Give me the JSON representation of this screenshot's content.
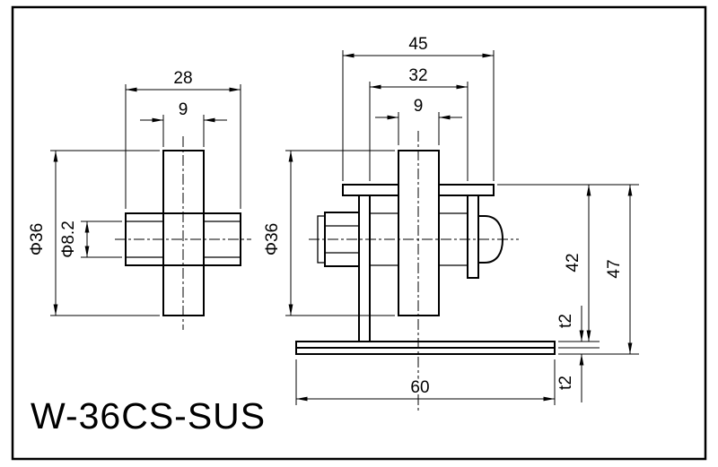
{
  "drawing": {
    "part_number": "W-36CS-SUS",
    "left_view": {
      "dims": {
        "hub_width": "28",
        "wheel_width": "9",
        "wheel_dia": "Φ36",
        "bore_dia": "Φ8.2"
      }
    },
    "right_view": {
      "dims": {
        "bracket_outer_width": "45",
        "bracket_inner_width": "32",
        "wheel_width": "9",
        "wheel_dia": "Φ36",
        "bracket_height": "42",
        "total_height": "47",
        "upper_plate_thickness": "t2",
        "lower_plate_thickness": "t2",
        "base_width": "60"
      }
    }
  }
}
